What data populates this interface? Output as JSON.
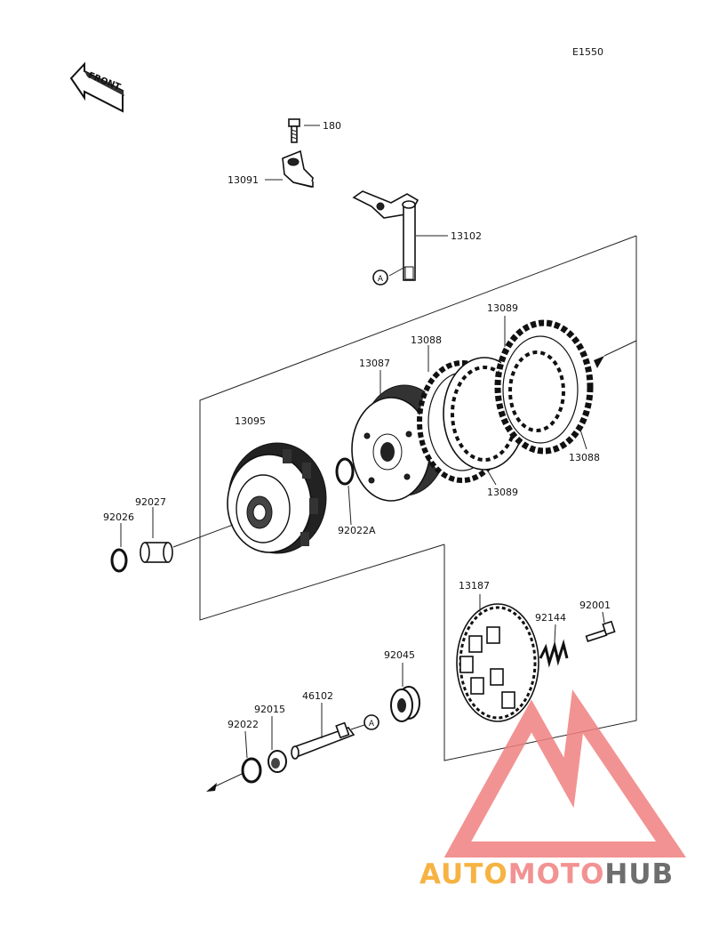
{
  "diagram": {
    "code": "E1550",
    "front_label": "FRONT",
    "ref_marker": "A",
    "parts": [
      {
        "id": "p180",
        "label": "180"
      },
      {
        "id": "p13091",
        "label": "13091"
      },
      {
        "id": "p13102",
        "label": "13102"
      },
      {
        "id": "p13089a",
        "label": "13089"
      },
      {
        "id": "p13088a",
        "label": "13088"
      },
      {
        "id": "p13087",
        "label": "13087"
      },
      {
        "id": "p13095",
        "label": "13095"
      },
      {
        "id": "p13088b",
        "label": "13088"
      },
      {
        "id": "p13089b",
        "label": "13089"
      },
      {
        "id": "p92027",
        "label": "92027"
      },
      {
        "id": "p92026",
        "label": "92026"
      },
      {
        "id": "p92022A",
        "label": "92022A"
      },
      {
        "id": "p13187",
        "label": "13187"
      },
      {
        "id": "p92144",
        "label": "92144"
      },
      {
        "id": "p92001",
        "label": "92001"
      },
      {
        "id": "p92045",
        "label": "92045"
      },
      {
        "id": "p46102",
        "label": "46102"
      },
      {
        "id": "p92015",
        "label": "92015"
      },
      {
        "id": "p92022",
        "label": "92022"
      }
    ]
  },
  "watermark": {
    "part1": "AUTO",
    "part2": "MOTO",
    "part3": "HUB",
    "color1": "#f5a623",
    "color2": "#f08080",
    "color3": "#555555",
    "logo_color": "#f08080"
  }
}
